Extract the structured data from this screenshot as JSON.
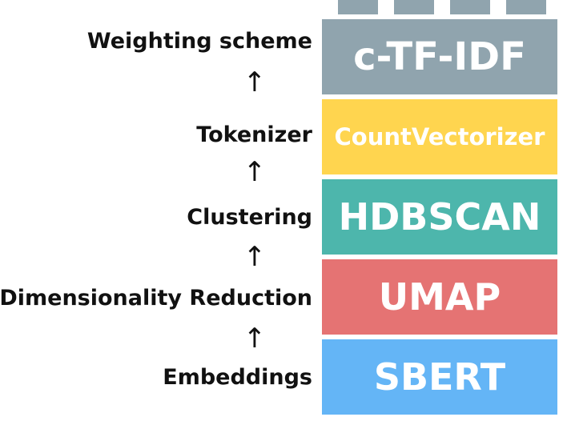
{
  "stack": [
    {
      "label": "Weighting scheme",
      "component": "c-TF-IDF",
      "color": "#90a4ae"
    },
    {
      "label": "Tokenizer",
      "component": "CountVectorizer",
      "color": "#ffd54f"
    },
    {
      "label": "Clustering",
      "component": "HDBSCAN",
      "color": "#4db6ac"
    },
    {
      "label": "Dimensionality Reduction",
      "component": "UMAP",
      "color": "#e57373"
    },
    {
      "label": "Embeddings",
      "component": "SBERT",
      "color": "#64b5f6"
    }
  ],
  "arrow_glyph": "↑",
  "tab_color": "#90a4ae"
}
